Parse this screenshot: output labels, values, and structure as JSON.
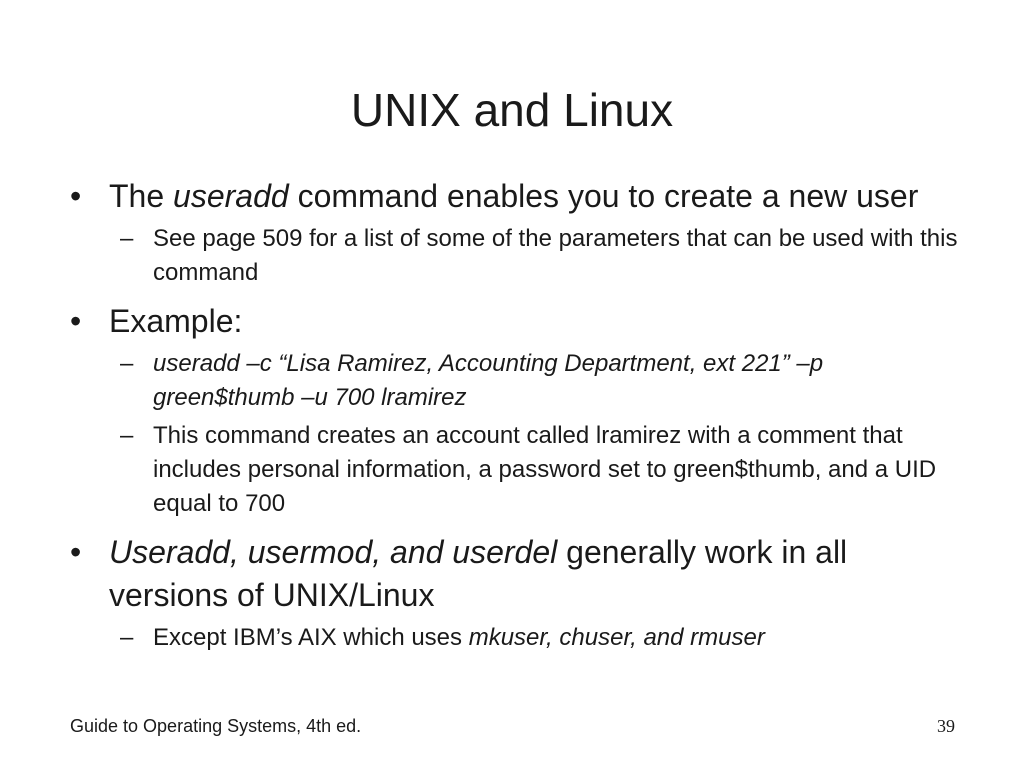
{
  "slide": {
    "title": "UNIX and Linux",
    "bullets": [
      {
        "pre": "The ",
        "em": "useradd",
        "post": " command enables you to create a new user",
        "subs": [
          {
            "text": "See page 509 for a list of some of the parameters that can be used with this command"
          }
        ]
      },
      {
        "text": "Example:",
        "subs": [
          {
            "em": "useradd –c “Lisa Ramirez, Accounting Department, ext 221” –p green$thumb –u 700 lramirez"
          },
          {
            "text": "This command creates an account called lramirez with a comment that includes personal information, a password set to green$thumb, and a UID equal to 700"
          }
        ]
      },
      {
        "em": "Useradd, usermod, and userdel",
        "post": " generally work in all versions of UNIX/Linux",
        "subs": [
          {
            "pre": "Except IBM’s AIX which uses ",
            "em": "mkuser, chuser, and rmuser"
          }
        ]
      }
    ],
    "bullet_symbol": "•",
    "dash_symbol": "–"
  },
  "footer": {
    "left": "Guide to Operating Systems, 4th ed.",
    "page_number": "39"
  }
}
